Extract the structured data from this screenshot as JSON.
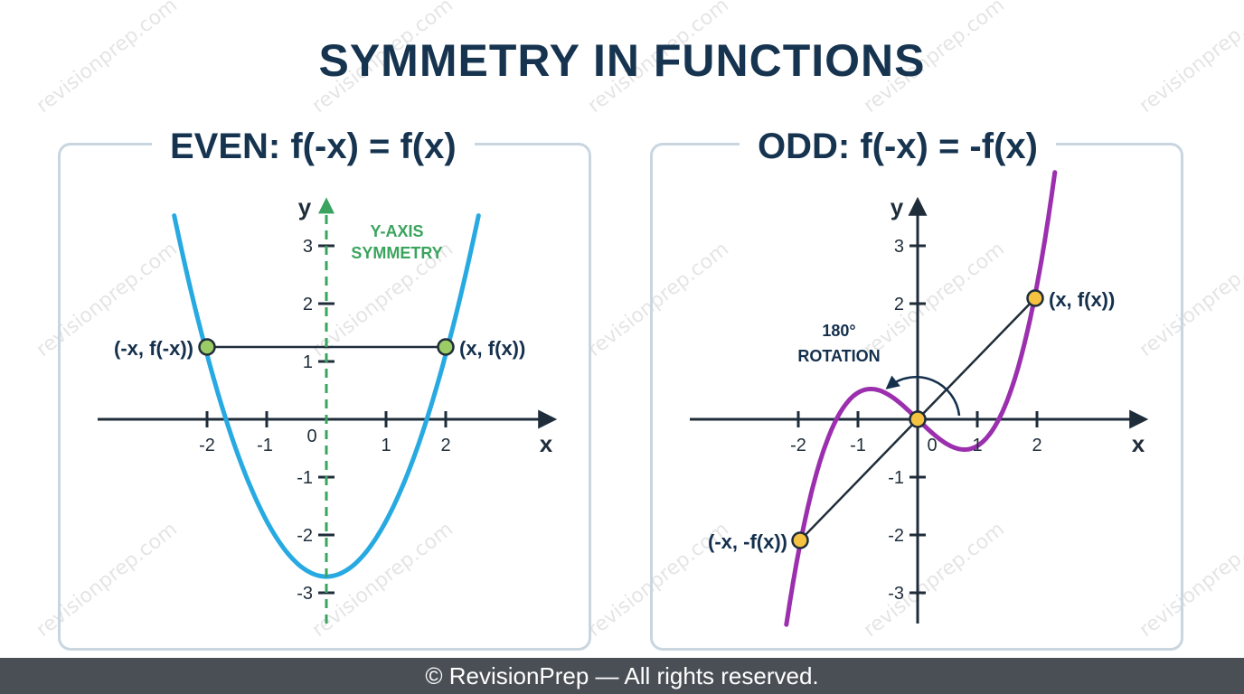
{
  "title": "SYMMETRY IN FUNCTIONS",
  "watermark": "revisionprep.com",
  "footer": "© RevisionPrep — All rights reserved.",
  "even": {
    "heading": "EVEN: f(-x) = f(x)",
    "x_axis_label": "x",
    "y_axis_label": "y",
    "x_ticks": [
      "-2",
      "-1",
      "0",
      "1",
      "2"
    ],
    "y_ticks": [
      "3",
      "2",
      "1",
      "-1",
      "-2",
      "-3"
    ],
    "symmetry_label_line1": "Y-AXIS",
    "symmetry_label_line2": "SYMMETRY",
    "point_left_label": "(-x, f(-x))",
    "point_right_label": "(x, f(x))",
    "curve_color": "#27a9e1",
    "symmetry_color": "#3aa45e",
    "point_color": "#9ccc65"
  },
  "odd": {
    "heading": "ODD: f(-x) = -f(x)",
    "x_axis_label": "x",
    "y_axis_label": "y",
    "x_ticks": [
      "-2",
      "-1",
      "0",
      "1",
      "2"
    ],
    "y_ticks": [
      "3",
      "2",
      "-1",
      "-2",
      "-3"
    ],
    "rotation_label_line1": "180°",
    "rotation_label_line2": "ROTATION",
    "point_upper_label": "(x, f(x))",
    "point_lower_label": "(-x, -f(x))",
    "curve_color": "#9b2fae",
    "point_color": "#f5c242"
  }
}
